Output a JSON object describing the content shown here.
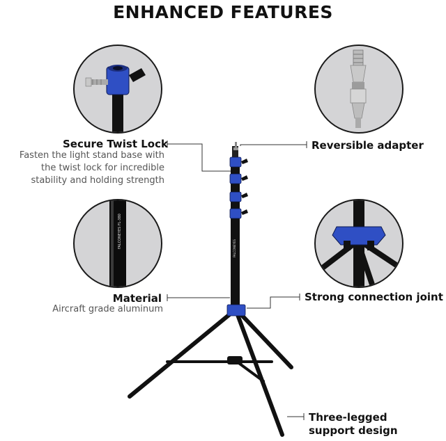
{
  "header": {
    "title": "ENHANCED FEATURES"
  },
  "features": {
    "twist_lock": {
      "title": "Secure Twist Lock",
      "desc_line1": "Fasten the light stand base with",
      "desc_line2": "the twist lock for incredible",
      "desc_line3": "stability and holding strength"
    },
    "material": {
      "title": "Material",
      "desc": "Aircraft grade aluminum"
    },
    "adapter": {
      "title": "Reversible adapter"
    },
    "joint": {
      "title": "Strong connection joint"
    },
    "legs": {
      "title_line1": "Three-legged",
      "title_line2": "support design"
    }
  },
  "colors": {
    "accent_blue": "#2f4fc4",
    "tube_black": "#111111",
    "circle_bg": "#d4d4d6"
  },
  "icons": [
    "twist-lock-icon",
    "tube-material-icon",
    "spigot-adapter-icon",
    "joint-bracket-icon",
    "light-stand-icon"
  ]
}
